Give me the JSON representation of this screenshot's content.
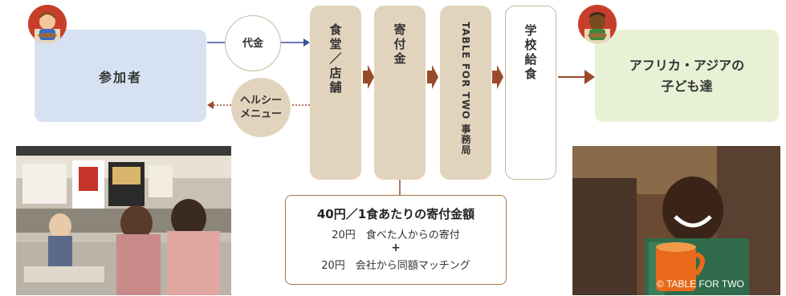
{
  "participant": {
    "label": "参加者"
  },
  "fee": {
    "label": "代金"
  },
  "menu": {
    "line1": "ヘルシー",
    "line2": "メニュー"
  },
  "canteen": {
    "label": "食堂／店舗"
  },
  "donation": {
    "label": "寄付金"
  },
  "tft": {
    "label": "TABLE FOR TWO 事務局"
  },
  "lunch": {
    "label": "学校給食"
  },
  "children": {
    "line1": "アフリカ・アジアの",
    "line2": "子ども達"
  },
  "summary": {
    "title": "40円／1食あたりの寄付金額",
    "line1": "20円　食べた人からの寄付",
    "plus": "+",
    "line2": "20円　会社から同額マッチング"
  },
  "copyright": "© TABLE FOR TWO",
  "colors": {
    "participant_bg": "#d6e2f2",
    "children_bg": "#e8f0d5",
    "pill_bg": "#e2d3bd",
    "arrow_brown": "#9a4a2b",
    "arrow_blue": "#3a4f9a"
  }
}
